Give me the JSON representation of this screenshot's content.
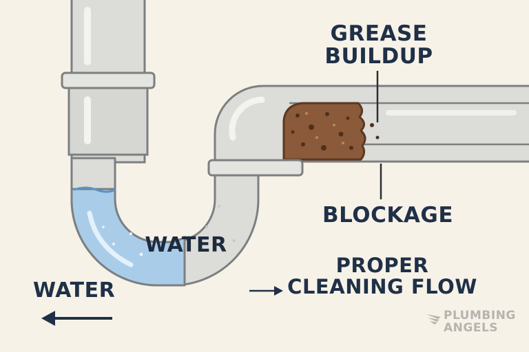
{
  "labels": {
    "grease_line1": "GREASE",
    "grease_line2": "BUILDUP",
    "blockage": "BLOCKAGE",
    "water_pipe": "WATER",
    "water_left": "WATER",
    "proper_line1": "PROPER",
    "proper_line2": "CLEANING FLOW"
  },
  "brand": {
    "line1": "PLUMBING",
    "line2": "ANGELS"
  },
  "colors": {
    "background": "#f7f2e8",
    "pipe": "#dcdcd8",
    "pipe_outline": "#7c7f80",
    "water": "#a9cde9",
    "grease": "#8a5a3a",
    "text": "#1f3047"
  },
  "icons": [
    "arrow-left-icon",
    "arrow-right-icon",
    "wing-logo-icon"
  ]
}
